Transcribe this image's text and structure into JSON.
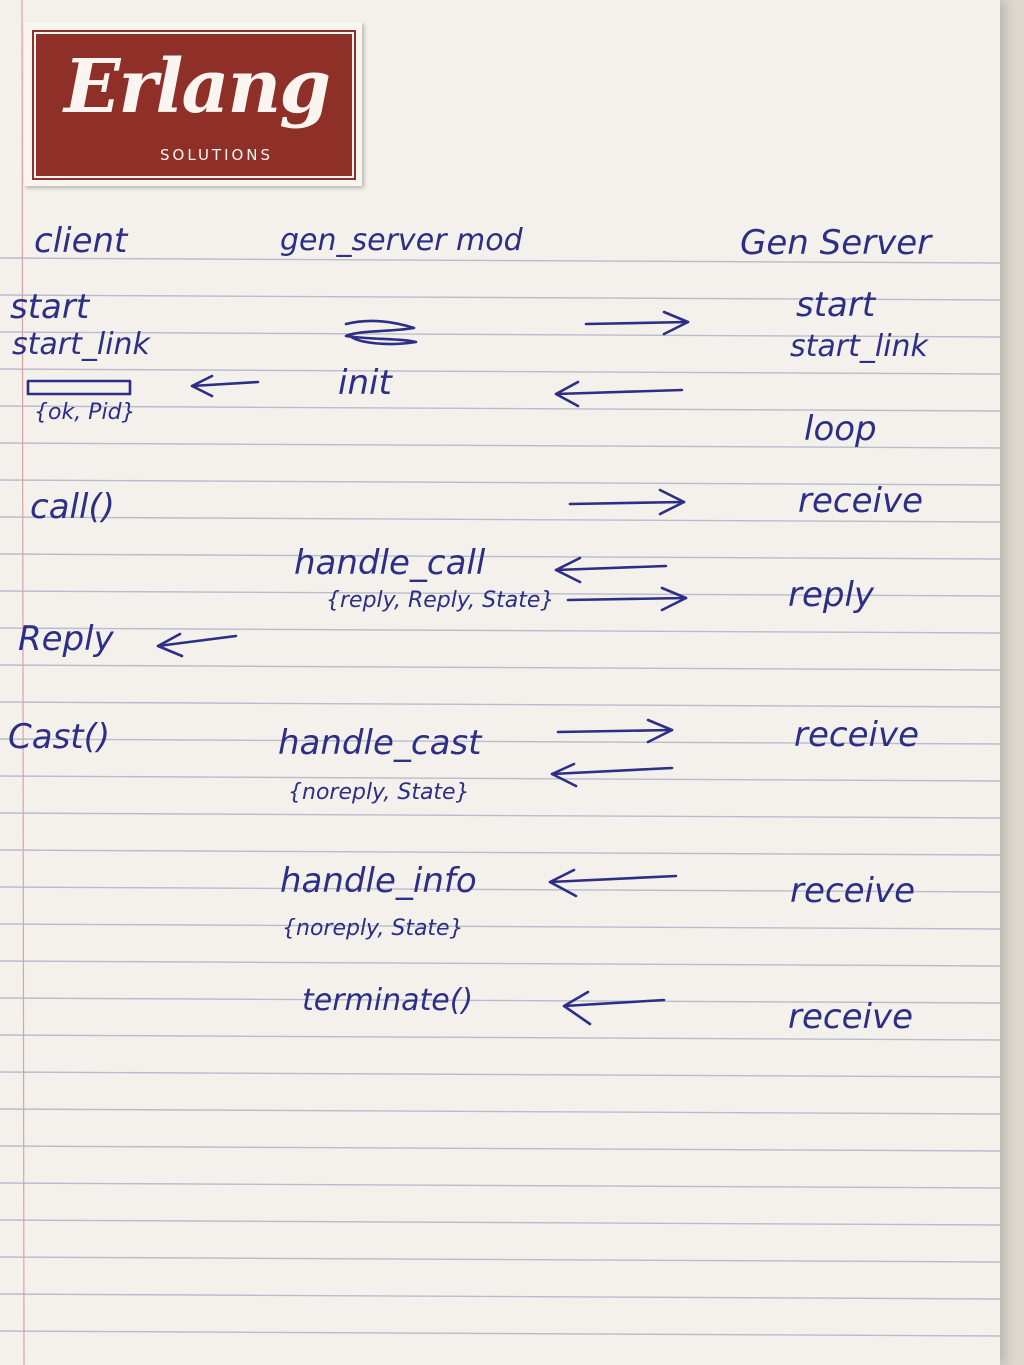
{
  "logo": {
    "word": "Erlang",
    "sub": "SOLUTIONS"
  },
  "headers": {
    "client": "client",
    "mod": "gen_server mod",
    "server": "Gen Server"
  },
  "client": {
    "start": "start",
    "start_link": "start_link",
    "ok_pid": "{ok, Pid}",
    "call": "call()",
    "reply": "Reply",
    "cast": "Cast()"
  },
  "mod": {
    "init": "init",
    "handle_call": "handle_call",
    "handle_call_ret": "{reply, Reply, State}",
    "handle_cast": "handle_cast",
    "handle_cast_ret": "{noreply, State}",
    "handle_info": "handle_info",
    "handle_info_ret": "{noreply, State}",
    "terminate": "terminate()"
  },
  "server": {
    "start": "start",
    "start_link": "start_link",
    "loop": "loop",
    "receive_call": "receive",
    "reply": "reply",
    "receive_cast": "receive",
    "receive_info": "receive",
    "receive_terminate": "receive"
  },
  "colors": {
    "ink": "#2c2f85",
    "logo": "#8e2f28",
    "rule_blue": "#b9bccd",
    "rule_red": "#d9a3a3"
  }
}
